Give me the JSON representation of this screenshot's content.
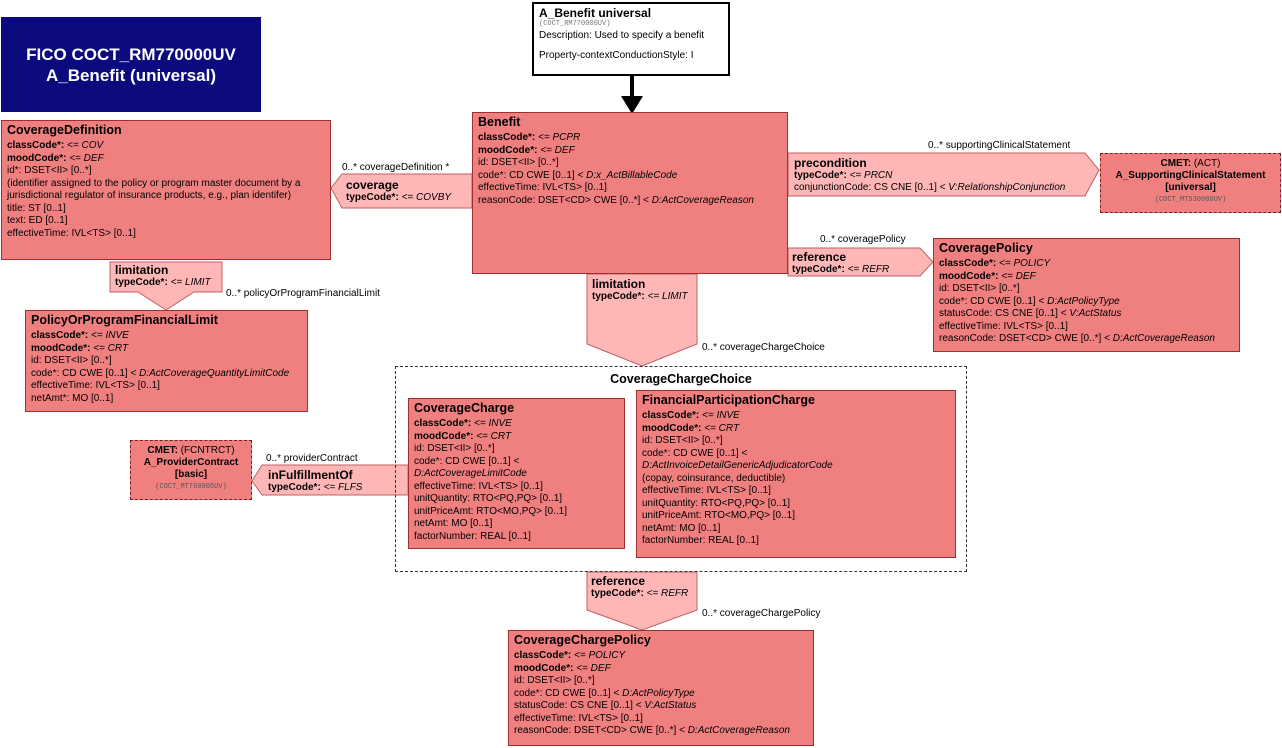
{
  "header": {
    "line1": "FICO COCT_RM770000UV",
    "line2": "A_Benefit (universal)"
  },
  "entry": {
    "title": "A_Benefit universal",
    "code": "(COCT_RM770000UV)",
    "description": "Description: Used to specify a benefit",
    "property": "Property-contextConductionStyle: I"
  },
  "benefit": {
    "title": "Benefit",
    "classCode": [
      "classCode*: ",
      "<= PCPR"
    ],
    "moodCode": [
      "moodCode*: ",
      "<= DEF"
    ],
    "id": "id: DSET<II> [0..*]",
    "code": [
      "code*: CD CWE [0..1] < ",
      "D:x_ActBillableCode"
    ],
    "effectiveTime": "effectiveTime: IVL<TS> [0..1]",
    "reasonCode": [
      "reasonCode: DSET<CD> CWE [0..*] < ",
      "D:ActCoverageReason"
    ]
  },
  "coverageDefinition": {
    "title": "CoverageDefinition",
    "classCode": [
      "classCode*: ",
      "<= COV"
    ],
    "moodCode": [
      "moodCode*: ",
      "<= DEF"
    ],
    "id": "id*: DSET<II> [0..*]",
    "idNote": " (identifier assigned to the policy or program master document by a jurisdictional regulator of insurance products, e.g., plan identifer)",
    "title_attr": "title: ST [0..1]",
    "text": "text: ED [0..1]",
    "effectiveTime": "effectiveTime: IVL<TS> [0..1]"
  },
  "policyLimit": {
    "title": "PolicyOrProgramFinancialLimit",
    "classCode": [
      "classCode*: ",
      "<= INVE"
    ],
    "moodCode": [
      "moodCode*: ",
      "<= CRT"
    ],
    "id": "id: DSET<II> [0..*]",
    "code": [
      "code*: CD CWE [0..1] < ",
      "D:ActCoverageQuantityLimitCode"
    ],
    "effectiveTime": "effectiveTime: IVL<TS> [0..1]",
    "netAmt": "netAmt*: MO [0..1]"
  },
  "coveragePolicy": {
    "title": "CoveragePolicy",
    "classCode": [
      "classCode*: ",
      "<= POLICY"
    ],
    "moodCode": [
      "moodCode*: ",
      "<= DEF"
    ],
    "id": "id: DSET<II> [0..*]",
    "code": [
      "code*: CD CWE [0..1] < ",
      "D:ActPolicyType"
    ],
    "statusCode": [
      "statusCode: CS CNE [0..1] < ",
      "V:ActStatus"
    ],
    "effectiveTime": "effectiveTime: IVL<TS> [0..1]",
    "reasonCode": [
      "reasonCode: DSET<CD> CWE [0..*] < ",
      "D:ActCoverageReason"
    ]
  },
  "cmetSupporting": {
    "line1b": "CMET:",
    "line1": " (ACT)",
    "line2": "A_SupportingClinicalStatement",
    "line3": "[universal]",
    "code": "(COCT_MT530000UV)"
  },
  "cmetProvider": {
    "line1b": "CMET:",
    "line1": " (FCNTRCT)",
    "line2": "A_ProviderContract",
    "line3": "[basic]",
    "code": "(COCT_MT760005UV)"
  },
  "choice": {
    "title": "CoverageChargeChoice"
  },
  "coverageCharge": {
    "title": "CoverageCharge",
    "classCode": [
      "classCode*: ",
      "<= INVE"
    ],
    "moodCode": [
      "moodCode*: ",
      "<= CRT"
    ],
    "id": "id: DSET<II> [0..*]",
    "code1": "code*: CD CWE [0..1] <",
    "code2": "D:ActCoverageLimitCode",
    "effectiveTime": "effectiveTime: IVL<TS> [0..1]",
    "unitQuantity": "unitQuantity: RTO<PQ,PQ> [0..1]",
    "unitPriceAmt": "unitPriceAmt: RTO<MO,PQ> [0..1]",
    "netAmt": "netAmt: MO [0..1]",
    "factorNumber": "factorNumber: REAL [0..1]"
  },
  "financialCharge": {
    "title": "FinancialParticipationCharge",
    "classCode": [
      "classCode*: ",
      "<= INVE"
    ],
    "moodCode": [
      "moodCode*: ",
      "<= CRT"
    ],
    "id": "id: DSET<II> [0..*]",
    "code1": "code*: CD CWE [0..1] <",
    "code2": "D:ActInvoiceDetailGenericAdjudicatorCode",
    "codeNote": " (copay, coinsurance, deductible)",
    "effectiveTime": "effectiveTime: IVL<TS> [0..1]",
    "unitQuantity": "unitQuantity: RTO<PQ,PQ> [0..1]",
    "unitPriceAmt": "unitPriceAmt: RTO<MO,PQ> [0..1]",
    "netAmt": "netAmt: MO [0..1]",
    "factorNumber": "factorNumber: REAL [0..1]"
  },
  "chargePolicy": {
    "title": "CoverageChargePolicy",
    "classCode": [
      "classCode*: ",
      "<= POLICY"
    ],
    "moodCode": [
      "moodCode*: ",
      "<= DEF"
    ],
    "id": "id: DSET<II> [0..*]",
    "code": [
      "code*: CD CWE [0..1] < ",
      "D:ActPolicyType"
    ],
    "statusCode": [
      "statusCode: CS CNE [0..1] < ",
      "V:ActStatus"
    ],
    "effectiveTime": "effectiveTime: IVL<TS> [0..1]",
    "reasonCode": [
      "reasonCode: DSET<CD> CWE [0..*] < ",
      "D:ActCoverageReason"
    ]
  },
  "relations": {
    "coverage": {
      "name": "coverage",
      "typeCode": [
        "typeCode*: ",
        "<= COVBY"
      ],
      "mult": "0..* coverageDefinition  *"
    },
    "precondition": {
      "name": "precondition",
      "typeCode": [
        "typeCode*: ",
        "<= PRCN"
      ],
      "extra": [
        "conjunctionCode: CS CNE [0..1] < ",
        "V:RelationshipConjunction"
      ],
      "mult": "0..* supportingClinicalStatement"
    },
    "referencePolicy": {
      "name": "reference",
      "typeCode": [
        "typeCode*: ",
        "<= REFR"
      ],
      "mult": "0..* coveragePolicy"
    },
    "limitationDef": {
      "name": "limitation",
      "typeCode": [
        "typeCode*: ",
        "<= LIMIT"
      ],
      "mult": "0..* policyOrProgramFinancialLimit"
    },
    "limitationBenefit": {
      "name": "limitation",
      "typeCode": [
        "typeCode*: ",
        "<= LIMIT"
      ],
      "mult": "0..* coverageChargeChoice"
    },
    "inFulfillmentOf": {
      "name": "inFulfillmentOf",
      "typeCode": [
        "typeCode*: ",
        "<= FLFS"
      ],
      "mult": "0..* providerContract"
    },
    "referenceCharge": {
      "name": "reference",
      "typeCode": [
        "typeCode*: ",
        "<= REFR"
      ],
      "mult": "0..* coverageChargePolicy"
    }
  },
  "colors": {
    "classFill": "#f08080",
    "relFill": "#ffb6b6",
    "header": "#0b0b7f"
  }
}
